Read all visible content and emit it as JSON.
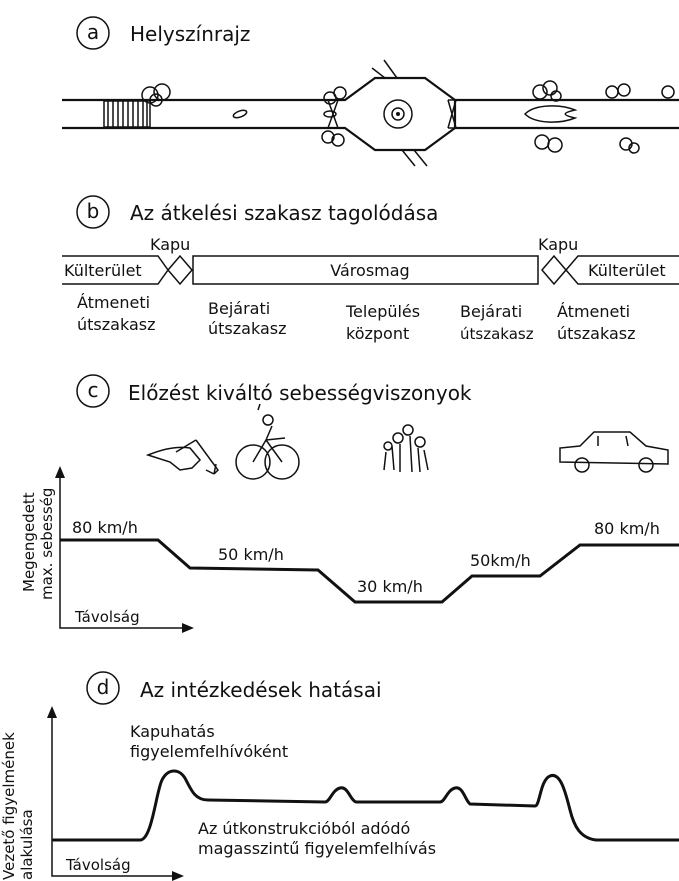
{
  "section_a": {
    "letter": "a",
    "title": "Helyszínrajz"
  },
  "section_b": {
    "letter": "b",
    "title": "Az átkelési szakasz tagolódása",
    "gate_left": "Kapu",
    "gate_right": "Kapu",
    "outer_left": "Külterület",
    "center": "Városmag",
    "outer_right": "Külterület",
    "zones": [
      {
        "line1": "Átmeneti",
        "line2": "útszakasz"
      },
      {
        "line1": "Bejárati",
        "line2": "útszakasz"
      },
      {
        "line1": "Település",
        "line2": "központ"
      },
      {
        "line1": "Bejárati",
        "line2": "útszakasz"
      },
      {
        "line1": "Átmeneti",
        "line2": "útszakasz"
      }
    ]
  },
  "section_c": {
    "letter": "c",
    "title": "Előzést kiváltó sebességviszonyok",
    "y_axis_line1": "Megengedett",
    "y_axis_line2": "max. sebesség",
    "x_axis": "Távolság",
    "speeds": [
      "80 km/h",
      "50 km/h",
      "30 km/h",
      "50km/h",
      "80 km/h"
    ],
    "icons": [
      "bird-icon",
      "cyclist-icon",
      "pedestrians-icon",
      "car-icon"
    ]
  },
  "section_d": {
    "letter": "d",
    "title": "Az intézkedések hatásai",
    "y_axis_line1": "Vezető figyelmének",
    "y_axis_line2": "alakulása",
    "x_axis": "Távolság",
    "label_gate_line1": "Kapuhatás",
    "label_gate_line2": "figyelemfelhívóként",
    "label_road_line1": "Az útkonstrukcióból adódó",
    "label_road_line2": "magasszintű figyelemfelhívás"
  },
  "colors": {
    "ink": "#111111",
    "paper": "#ffffff"
  }
}
